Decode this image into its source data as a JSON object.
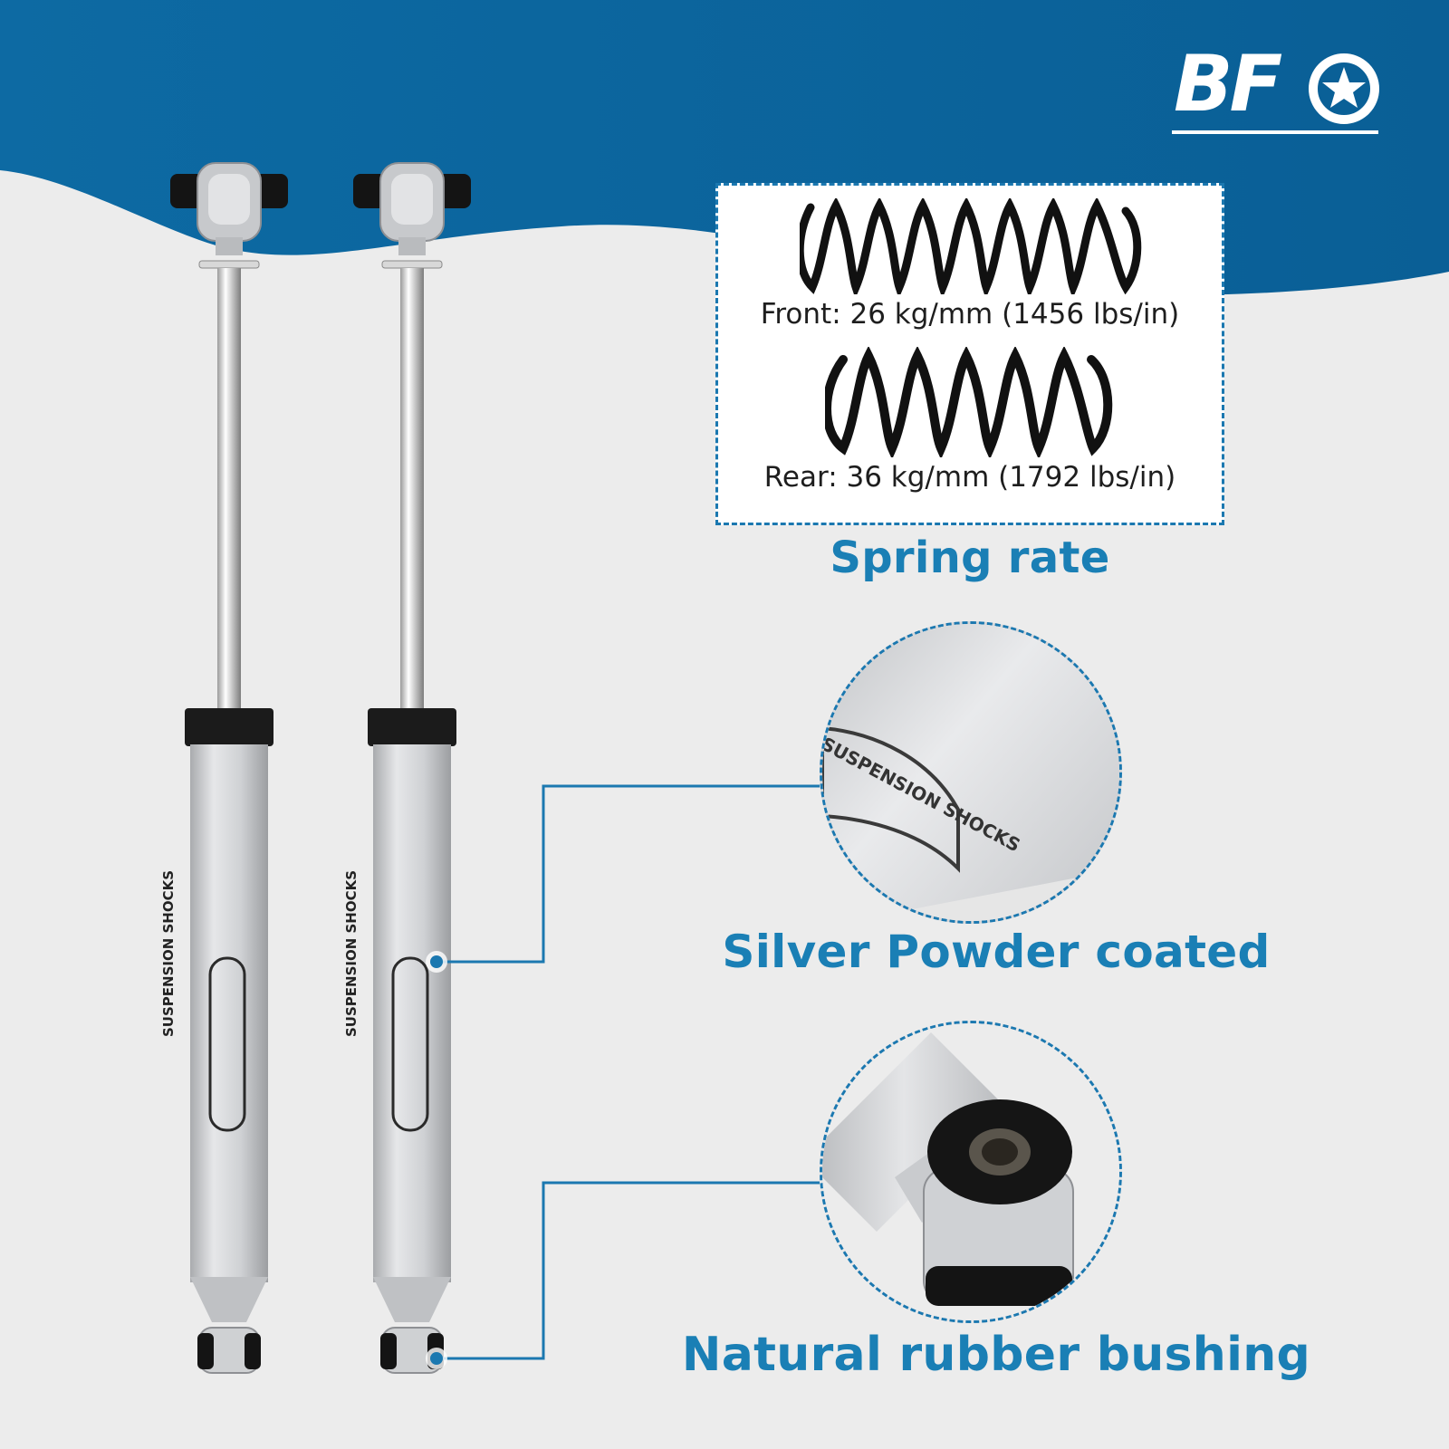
{
  "brand": {
    "logo_text": "BF",
    "logo_icon": "star-circle-icon",
    "shock_label": "SUSPENSION SHOCKS"
  },
  "spring_rate": {
    "front": "Front: 26 kg/mm (1456 lbs/in)",
    "rear": "Rear: 36 kg/mm (1792 lbs/in)",
    "title": "Spring rate"
  },
  "features": {
    "coating": "Silver Powder coated",
    "bushing": "Natural rubber bushing",
    "closeup_label": "SUSPENSION SHOCKS"
  },
  "colors": {
    "header_blue": "#0c679e",
    "accent_blue": "#1a7fb5",
    "background": "#ececec",
    "spring_black": "#111111",
    "shock_silver": "#c9cbce"
  }
}
